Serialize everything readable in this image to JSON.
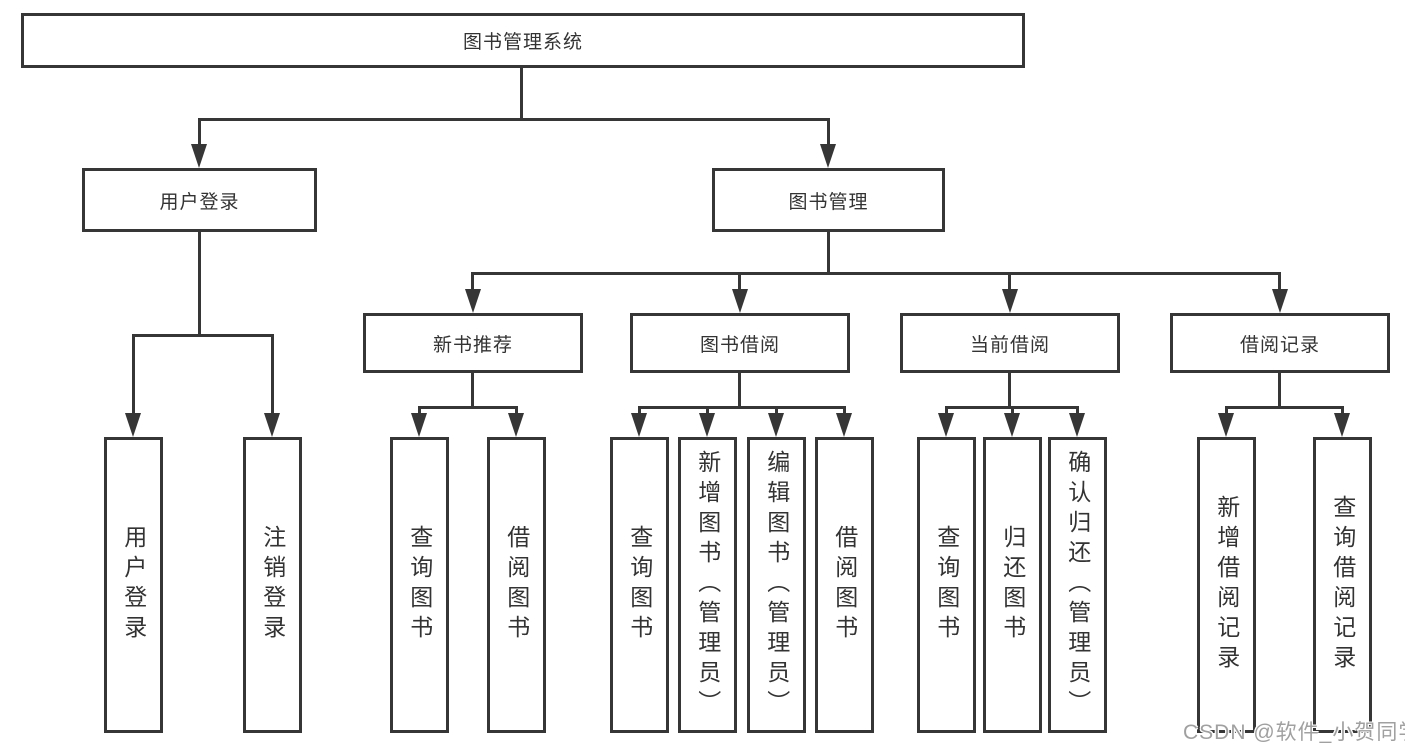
{
  "diagram": {
    "title": "图书管理系统",
    "level2": {
      "login": "用户登录",
      "manage": "图书管理"
    },
    "level3": {
      "recommend": "新书推荐",
      "borrow": "图书借阅",
      "current": "当前借阅",
      "records": "借阅记录"
    },
    "leaves": {
      "login": [
        "用户登录",
        "注销登录"
      ],
      "recommend": [
        "查询图书",
        "借阅图书"
      ],
      "borrow": [
        "查询图书",
        "新增图书（管理员）",
        "编辑图书（管理员）",
        "借阅图书"
      ],
      "current": [
        "查询图书",
        "归还图书",
        "确认归还（管理员）"
      ],
      "records": [
        "新增借阅记录",
        "查询借阅记录"
      ]
    },
    "watermark": "CSDN @软件_小贺同学",
    "colors": {
      "line": "#363636",
      "text": "#333333",
      "watermark": "#a0a0a0",
      "background": "#ffffff"
    }
  }
}
